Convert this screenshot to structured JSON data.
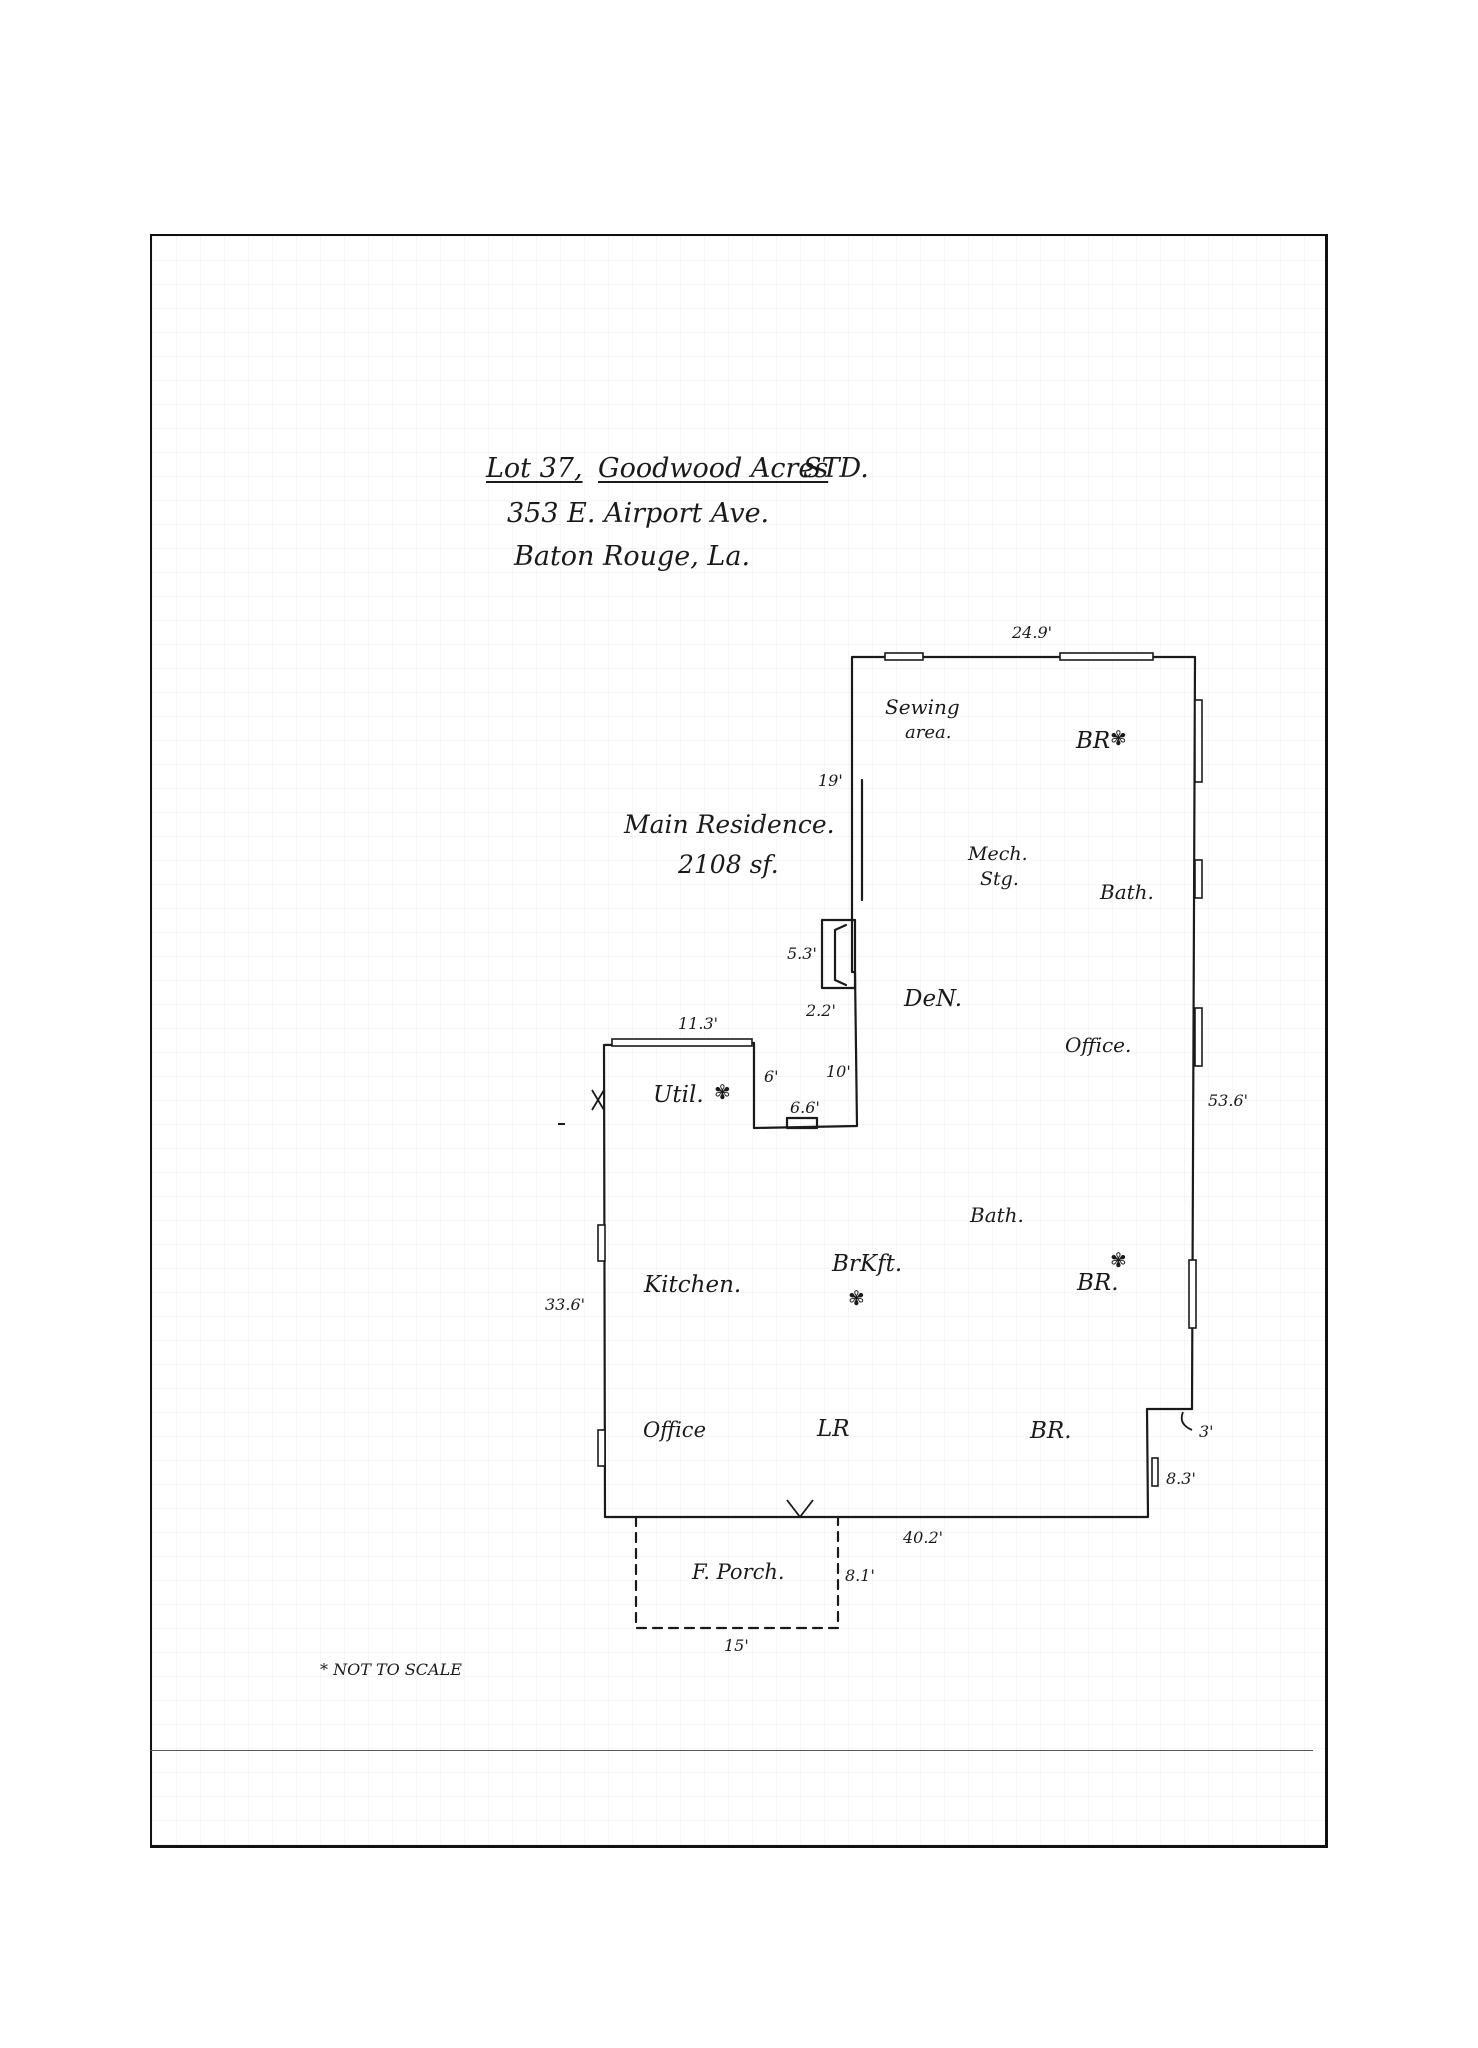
{
  "header": {
    "lot": "Lot 37,",
    "subdivision": "Goodwood Acres",
    "subdivision_suffix": "STD.",
    "street": "353 E. Airport Ave.",
    "city": "Baton Rouge, La."
  },
  "main_label": {
    "line1": "Main Residence.",
    "line2": "2108 sf."
  },
  "rooms": {
    "sewing": "Sewing",
    "sewing_line2": "area.",
    "br_top": "BR",
    "mech": "Mech.",
    "mech_line2": "Stg.",
    "bath_top": "Bath.",
    "den": "DeN.",
    "office_right": "Office.",
    "util": "Util.",
    "bath_mid": "Bath.",
    "brkft": "BrKft.",
    "kitchen": "Kitchen.",
    "br_mid": "BR.",
    "office_left": "Office",
    "lr": "LR",
    "br_bottom": "BR.",
    "porch": "F. Porch."
  },
  "dimensions": {
    "top_width": "24.9'",
    "left_upper": "19'",
    "chimney": "5.3'",
    "offset_small": "2.2'",
    "util_width": "11.3'",
    "util_depth": "6'",
    "ten": "10'",
    "closet": "6.6'",
    "right_side": "53.6'",
    "left_side": "33.6'",
    "notch_width": "3'",
    "notch_height": "8.3'",
    "bottom_width": "40.2'",
    "porch_depth": "8.1'",
    "porch_width": "15'"
  },
  "note": "* NOT TO SCALE",
  "icons": [
    "ceiling-fan-icon",
    "door-swing-icon"
  ]
}
